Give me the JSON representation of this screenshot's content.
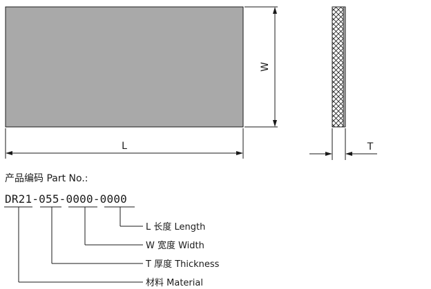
{
  "dimensions": {
    "length_label": "L",
    "width_label": "W",
    "thickness_label": "T"
  },
  "part_number": {
    "title": "产品编码 Part No.:",
    "code": "DR21-055-0000-0000",
    "segments": [
      {
        "key": "length",
        "label": "L 长度 Length"
      },
      {
        "key": "width",
        "label": "W 宽度 Width"
      },
      {
        "key": "thickness",
        "label": "T 厚度 Thickness"
      },
      {
        "key": "material",
        "label": "材料 Material"
      }
    ]
  },
  "colors": {
    "plate_fill": "#a9a9a9",
    "line": "#1a1a1a",
    "background": "#ffffff"
  }
}
